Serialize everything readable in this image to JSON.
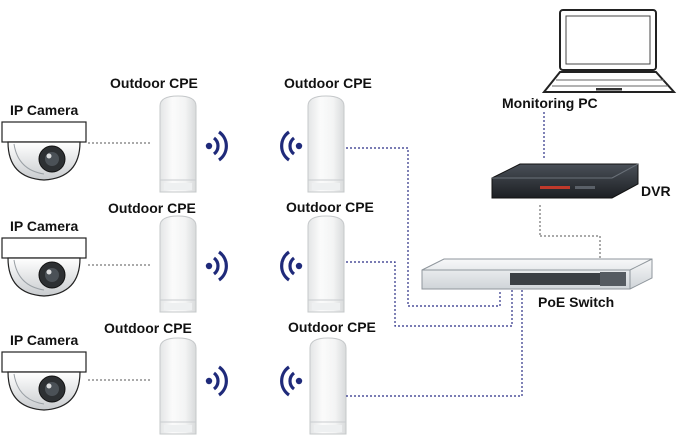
{
  "diagram": {
    "labels": {
      "ip_camera": "IP Camera",
      "outdoor_cpe": "Outdoor CPE",
      "monitoring_pc": "Monitoring PC",
      "dvr": "DVR",
      "poe_switch": "PoE Switch"
    },
    "rows": [
      {
        "camera_label": "IP Camera",
        "tx_cpe_label": "Outdoor CPE",
        "rx_cpe_label": "Outdoor CPE"
      },
      {
        "camera_label": "IP Camera",
        "tx_cpe_label": "Outdoor CPE",
        "rx_cpe_label": "Outdoor CPE"
      },
      {
        "camera_label": "IP Camera",
        "tx_cpe_label": "Outdoor CPE",
        "rx_cpe_label": "Outdoor CPE"
      }
    ],
    "colors": {
      "wireless_icon": "#1f2a7a",
      "link_line": "#2b2f86",
      "camera_line": "#555555",
      "dvr_body": "#2a2f35",
      "switch_body": "#e8ecef"
    },
    "icons": [
      "ip-camera-icon",
      "outdoor-cpe-icon",
      "wireless-signal-icon",
      "laptop-icon",
      "dvr-icon",
      "switch-icon"
    ]
  }
}
